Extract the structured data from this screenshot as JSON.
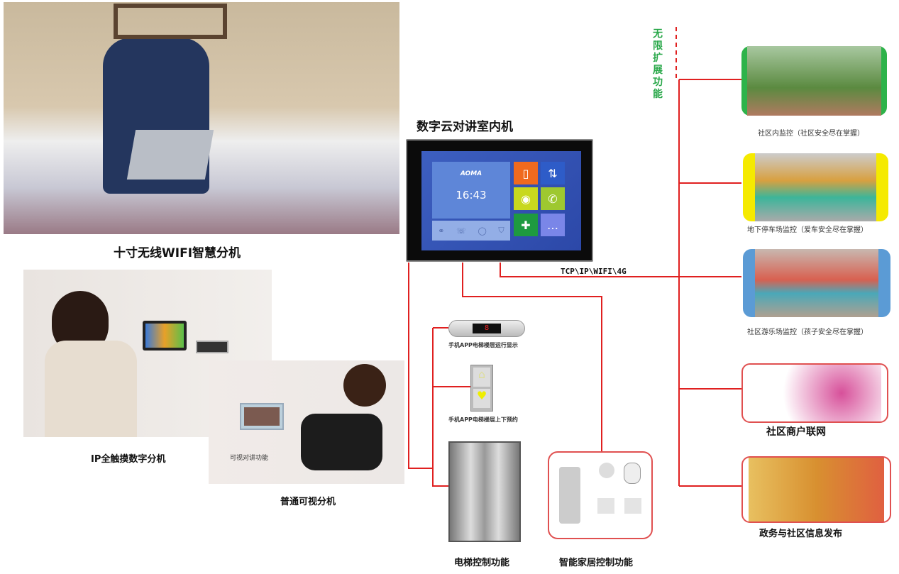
{
  "central": {
    "title": "数字云对讲室内机",
    "screen": {
      "brand": "AOMA",
      "time": "16:43"
    },
    "network_label": "TCP\\IP\\WIFI\\4G"
  },
  "left": {
    "wifi_unit": "十寸无线WIFI智慧分机",
    "ip_unit": "IP全触摸数字分机",
    "video_unit": "普通可视分机",
    "video_unit_caption": "可视对讲功能"
  },
  "elevator": {
    "floor_display_label": "手机APP电梯楼层运行显示",
    "floor_display_value": "8",
    "call_label": "手机APP电梯楼层上下预约",
    "title": "电梯控制功能"
  },
  "smarthome": {
    "title": "智能家居控制功能"
  },
  "expand": {
    "label": "无限扩展功能"
  },
  "right": [
    {
      "label": "社区内监控（社区安全尽在掌握）",
      "frame": "#2db34a"
    },
    {
      "label": "地下停车场监控（爱车安全尽在掌握）",
      "frame": "#f5ea00"
    },
    {
      "label": "社区游乐场监控（孩子安全尽在掌握）",
      "frame": "#5b9bd5"
    },
    {
      "label": "社区商户联网",
      "frame": "#e05050"
    },
    {
      "label": "政务与社区信息发布",
      "frame": "#e05050"
    }
  ],
  "colors": {
    "line": "#e02020",
    "expand_text": "#2aa84a"
  }
}
